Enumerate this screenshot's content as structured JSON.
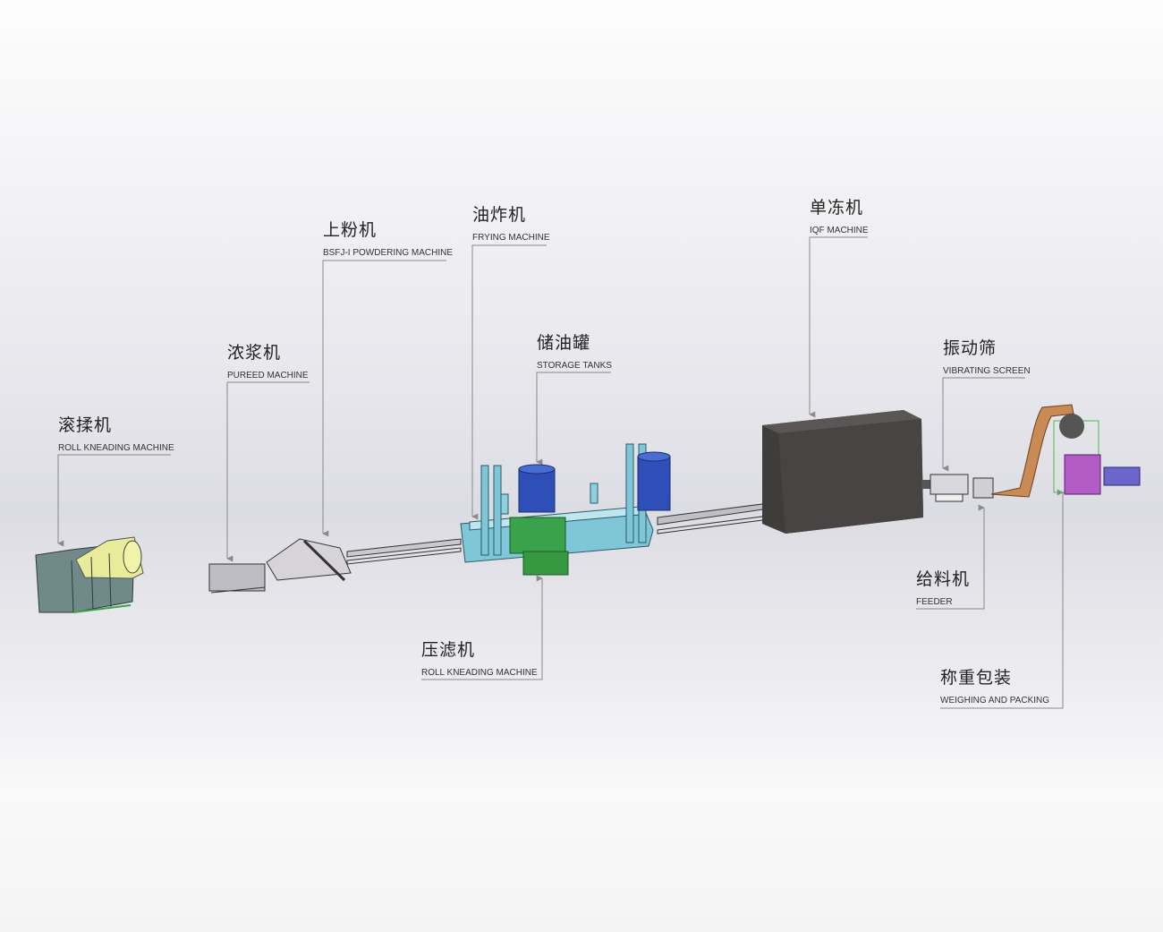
{
  "labels": {
    "roll_kneading": {
      "cn": "滚揉机",
      "en": "ROLL KNEADING MACHINE"
    },
    "pureed": {
      "cn": "浓浆机",
      "en": "PUREED MACHINE"
    },
    "powdering": {
      "cn": "上粉机",
      "en": "BSFJ-I POWDERING MACHINE"
    },
    "frying": {
      "cn": "油炸机",
      "en": "FRYING MACHINE"
    },
    "storage": {
      "cn": "储油罐",
      "en": "STORAGE TANKS"
    },
    "iqf": {
      "cn": "单冻机",
      "en": "IQF MACHINE"
    },
    "vibrating": {
      "cn": "振动筛",
      "en": "VIBRATING SCREEN"
    },
    "feeder": {
      "cn": "给料机",
      "en": "FEEDER"
    },
    "filter_press": {
      "cn": "压滤机",
      "en": "ROLL KNEADING MACHINE"
    },
    "weighing": {
      "cn": "称重包装",
      "en": "WEIGHING AND PACKING"
    }
  },
  "colors": {
    "leader": "#8a8a8a",
    "frame_teal": "#7fc6d6",
    "tank_blue": "#2f4fb8",
    "filter_green": "#3aa24a",
    "iqf_box": "#3f3c3c",
    "packer_purple": "#b25bc4",
    "elevator_orange": "#c98a55"
  }
}
